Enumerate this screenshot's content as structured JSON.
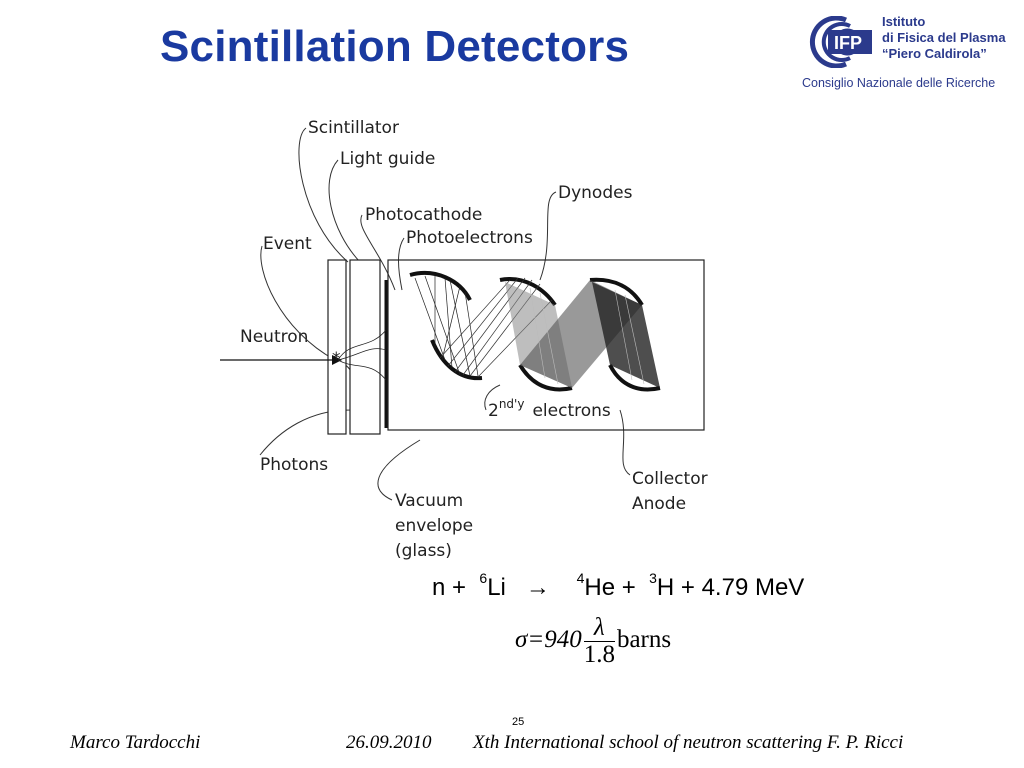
{
  "title": "Scintillation Detectors",
  "logo": {
    "line1": "Istituto",
    "line2": "di Fisica del Plasma",
    "line3": "“Piero Caldirola”",
    "line4": "Consiglio Nazionale delle Ricerche",
    "mark_text": "IFP",
    "color": "#2b3a8c"
  },
  "diagram": {
    "labels": {
      "scintillator": "Scintillator",
      "light_guide": "Light guide",
      "photocathode": "Photocathode",
      "photoelectrons": "Photoelectrons",
      "dynodes": "Dynodes",
      "event": "Event",
      "neutron": "Neutron",
      "photons": "Photons",
      "secondary_base": "2",
      "secondary_sup": "nd'y",
      "electrons": "electrons",
      "collector": "Collector",
      "anode": "Anode",
      "vacuum": "Vacuum",
      "envelope": "envelope",
      "glass": "(glass)"
    }
  },
  "equation1": {
    "n": "n",
    "plus1": "+",
    "li_mass": "6",
    "li": "Li",
    "arrow": "→",
    "he_mass": "4",
    "he": "He",
    "plus2": "+",
    "h_mass": "3",
    "h": "H",
    "plus3": "+",
    "energy": "4.79 MeV"
  },
  "equation2": {
    "lhs": "σ=940",
    "numerator": "λ",
    "denominator": "1.8",
    "unit": "barns"
  },
  "page_number": "25",
  "footer": {
    "author": "Marco Tardocchi",
    "date": "26.09.2010",
    "event": "Xth International school of neutron scattering F. P. Ricci"
  },
  "colors": {
    "title": "#1a3aa0"
  }
}
